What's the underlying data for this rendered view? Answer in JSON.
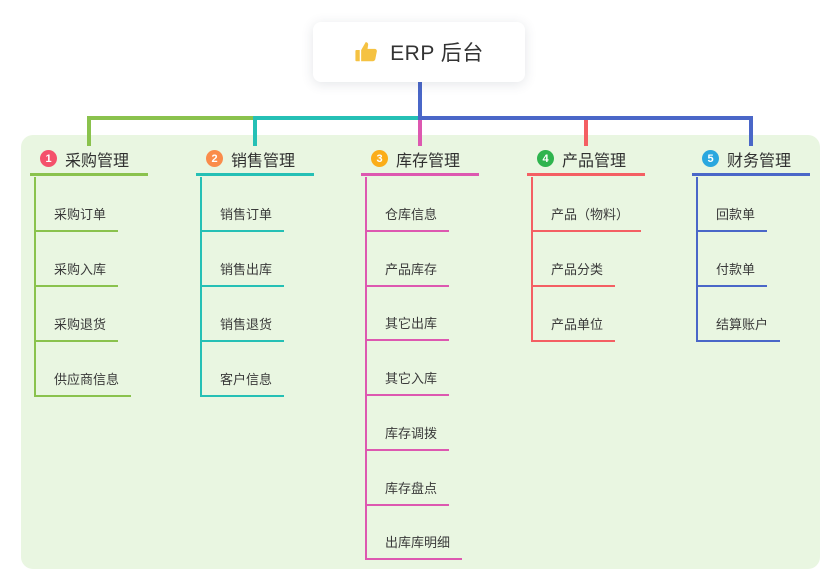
{
  "root": {
    "label": "ERP 后台",
    "icon": "thumbs-up-icon",
    "icon_color": "#f5c242"
  },
  "colors": {
    "panel_background": "#e9f6e1",
    "trunk_blue": "#4a67c8"
  },
  "branches": [
    {
      "badge": "1",
      "label": "采购管理",
      "badge_color": "#f4516b",
      "line_color": "#8ac24d",
      "items": [
        "采购订单",
        "采购入库",
        "采购退货",
        "供应商信息"
      ]
    },
    {
      "badge": "2",
      "label": "销售管理",
      "badge_color": "#fa8c4b",
      "line_color": "#25c0b5",
      "items": [
        "销售订单",
        "销售出库",
        "销售退货",
        "客户信息"
      ]
    },
    {
      "badge": "3",
      "label": "库存管理",
      "badge_color": "#fbad18",
      "line_color": "#dd58b0",
      "items": [
        "仓库信息",
        "产品库存",
        "其它出库",
        "其它入库",
        "库存调拨",
        "库存盘点",
        "出库库明细"
      ]
    },
    {
      "badge": "4",
      "label": "产品管理",
      "badge_color": "#2fb44e",
      "line_color": "#f45f63",
      "items": [
        "产品（物料）",
        "产品分类",
        "产品单位"
      ]
    },
    {
      "badge": "5",
      "label": "财务管理",
      "badge_color": "#2aa7df",
      "line_color": "#4a67c8",
      "items": [
        "回款单",
        "付款单",
        "结算账户"
      ]
    }
  ]
}
